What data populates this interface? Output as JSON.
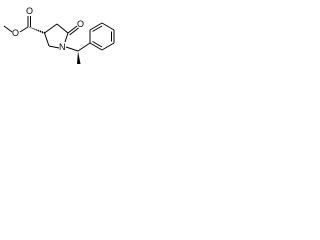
{
  "molecule": {
    "atoms": {
      "ester_carbonyl_oxygen": "O",
      "ester_oxygen": "O",
      "ring_carbonyl_oxygen": "O",
      "ring_nitrogen": "N"
    },
    "colors": {
      "bond": "#000000",
      "label": "#000000",
      "background": "#ffffff"
    }
  }
}
